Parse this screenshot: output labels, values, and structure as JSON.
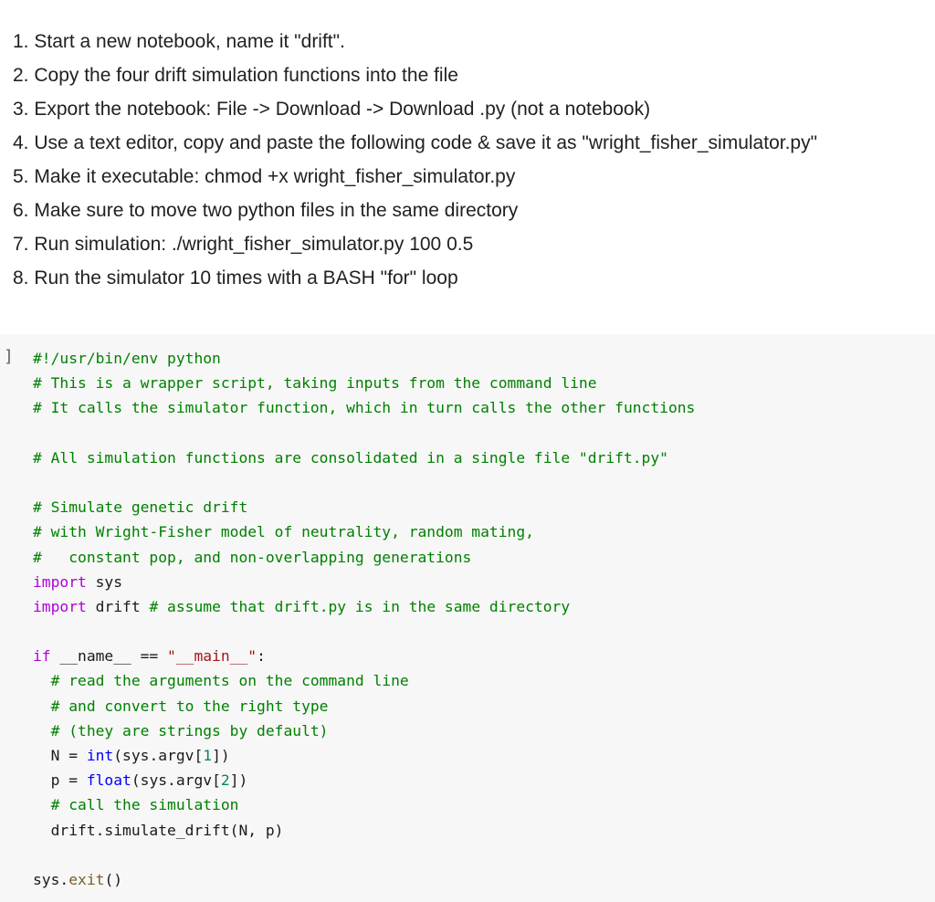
{
  "instructions": [
    "1. Start a new notebook, name it \"drift\".",
    "2. Copy the four drift simulation functions into the file",
    "3. Export the notebook: File -> Download -> Download .py (not a notebook)",
    "4. Use a text editor, copy and paste the following code & save it as \"wright_fisher_simulator.py\"",
    "5. Make it executable: chmod +x wright_fisher_simulator.py",
    "6. Make sure to move two python files in the same directory",
    "7. Run simulation: ./wright_fisher_simulator.py 100 0.5",
    "8. Run the simulator 10 times with a BASH \"for\" loop"
  ],
  "cell": {
    "bracket": "]"
  },
  "code": {
    "l1": "#!/usr/bin/env python",
    "l2": "# This is a wrapper script, taking inputs from the command line",
    "l3": "# It calls the simulator function, which in turn calls the other functions",
    "l5": "# All simulation functions are consolidated in a single file \"drift.py\"",
    "l7": "# Simulate genetic drift",
    "l8": "# with Wright-Fisher model of neutrality, random mating,",
    "l9": "#   constant pop, and non-overlapping generations",
    "l10_kw": "import",
    "l10_rest": " sys",
    "l11_kw": "import",
    "l11_rest": " drift ",
    "l11_comment": "# assume that drift.py is in the same directory",
    "l13_kw": "if",
    "l13_name": " __name__ == ",
    "l13_str": "\"__main__\"",
    "l13_colon": ":",
    "l14": "  # read the arguments on the command line",
    "l15": "  # and convert to the right type",
    "l16": "  # (they are strings by default)",
    "l17_a": "  N = ",
    "l17_fn": "int",
    "l17_b": "(sys.argv[",
    "l17_num": "1",
    "l17_c": "])",
    "l18_a": "  p = ",
    "l18_fn": "float",
    "l18_b": "(sys.argv[",
    "l18_num": "2",
    "l18_c": "])",
    "l19": "  # call the simulation",
    "l20": "  drift.simulate_drift(N, p)",
    "l22_a": "sys.",
    "l22_fn": "exit",
    "l22_b": "()"
  }
}
